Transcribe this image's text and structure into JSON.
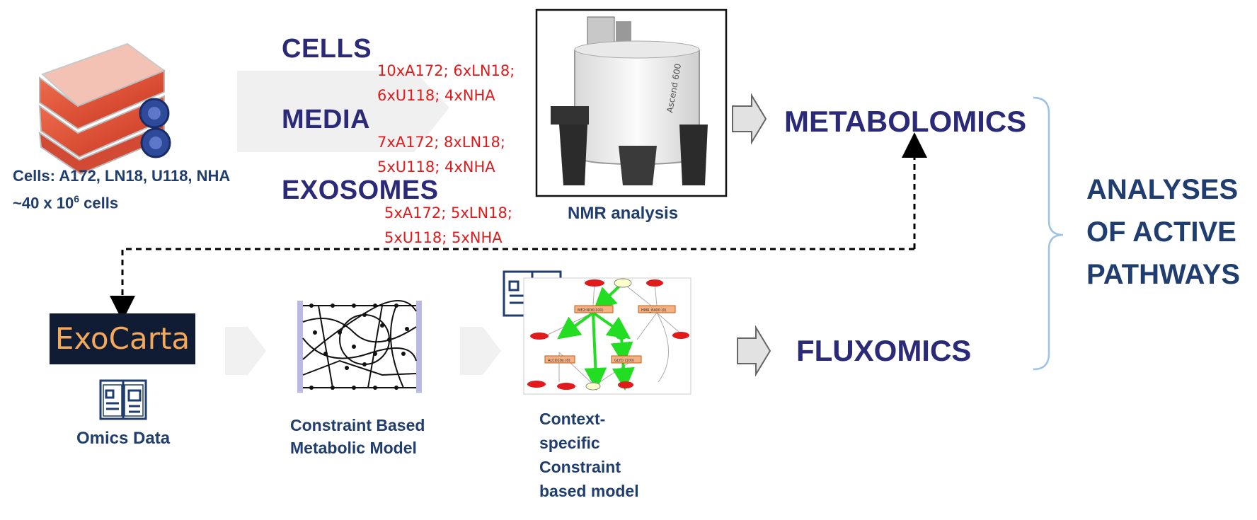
{
  "cells_caption": {
    "line1": "Cells: A172, LN18, U118, NHA",
    "line2_prefix": "~40 x 10",
    "line2_sup": "6",
    "line2_suffix": " cells"
  },
  "samples": [
    {
      "title": "CELLS",
      "line1": "10xA172; 6xLN18;",
      "line2": "6xU118; 4xNHA"
    },
    {
      "title": "MEDIA",
      "line1": "7xA172; 8xLN18;",
      "line2": "5xU118; 4xNHA"
    },
    {
      "title": "EXOSOMES",
      "line1": "5xA172; 5xLN18;",
      "line2": "5xU118; 5xNHA"
    }
  ],
  "nmr": {
    "label": "NMR analysis",
    "instrument_text": "Ascend 600"
  },
  "outputs": {
    "metabolomics": "METABOLOMICS",
    "fluxomics": "FLUXOMICS"
  },
  "analyses": {
    "line1": "ANALYSES",
    "line2": "OF ACTIVE",
    "line3": "PATHWAYS"
  },
  "exocarta": {
    "logo_text": "ExoCarta",
    "caption": "Omics Data"
  },
  "model": {
    "line1": "Constraint Based",
    "line2": "Metabolic Model"
  },
  "context_model": {
    "line1": "Context-",
    "line2": "specific",
    "line3": "Constraint",
    "line4": "based model"
  },
  "network_nodes": {
    "n1": "ME2;NOX(100)",
    "n2": "HMR_8400 (0)",
    "n3": "ALCD19y (0)",
    "n4": "GLYD (100)"
  },
  "colors": {
    "navy": "#2b2a78",
    "dark_blue": "#1f3d6e",
    "red": "#e01b1b",
    "green": "#22dd22",
    "bracket": "#9cc3e6",
    "gray_arrow": "#d9d9d9",
    "flask_red": "#e8543a",
    "logo_bg": "#0f1c33",
    "logo_text": "#f4a85a"
  },
  "icons": [
    "flask-icon",
    "nmr-spectrometer-icon",
    "document-icon",
    "network-graph-icon",
    "flow-arrow-icon",
    "bracket-icon"
  ]
}
